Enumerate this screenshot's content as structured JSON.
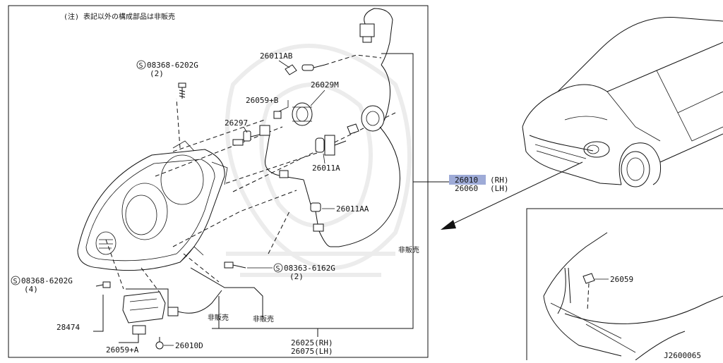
{
  "note": "(注) 表記以外の構成部品は非販売",
  "labels": {
    "p26011AB": "26011AB",
    "p08368_top": "08368-6202G",
    "p08368_top_qty": "(2)",
    "p26059B": "26059+B",
    "p26029M": "26029M",
    "p26297": "26297",
    "p26011A": "26011A",
    "p26010": "26010",
    "p26010_side": "(RH)",
    "p26060": "26060",
    "p26060_side": "(LH)",
    "p26011AA": "26011AA",
    "hihanbai_right": "非販売",
    "p08363": "08363-6162G",
    "p08363_qty": "(2)",
    "p08368_left": "08368-6202G",
    "p08368_left_qty": "(4)",
    "p28474": "28474",
    "hihanbai_a": "非販売",
    "hihanbai_b": "非販売",
    "p26059A": "26059+A",
    "p26010D": "26010D",
    "p26025": "26025(RH)",
    "p26075": "26075(LH)",
    "p26059": "26059",
    "ref": "J2600065",
    "s_symbol": "S"
  },
  "colors": {
    "highlight": "#7e8fc9",
    "line": "#111111"
  }
}
